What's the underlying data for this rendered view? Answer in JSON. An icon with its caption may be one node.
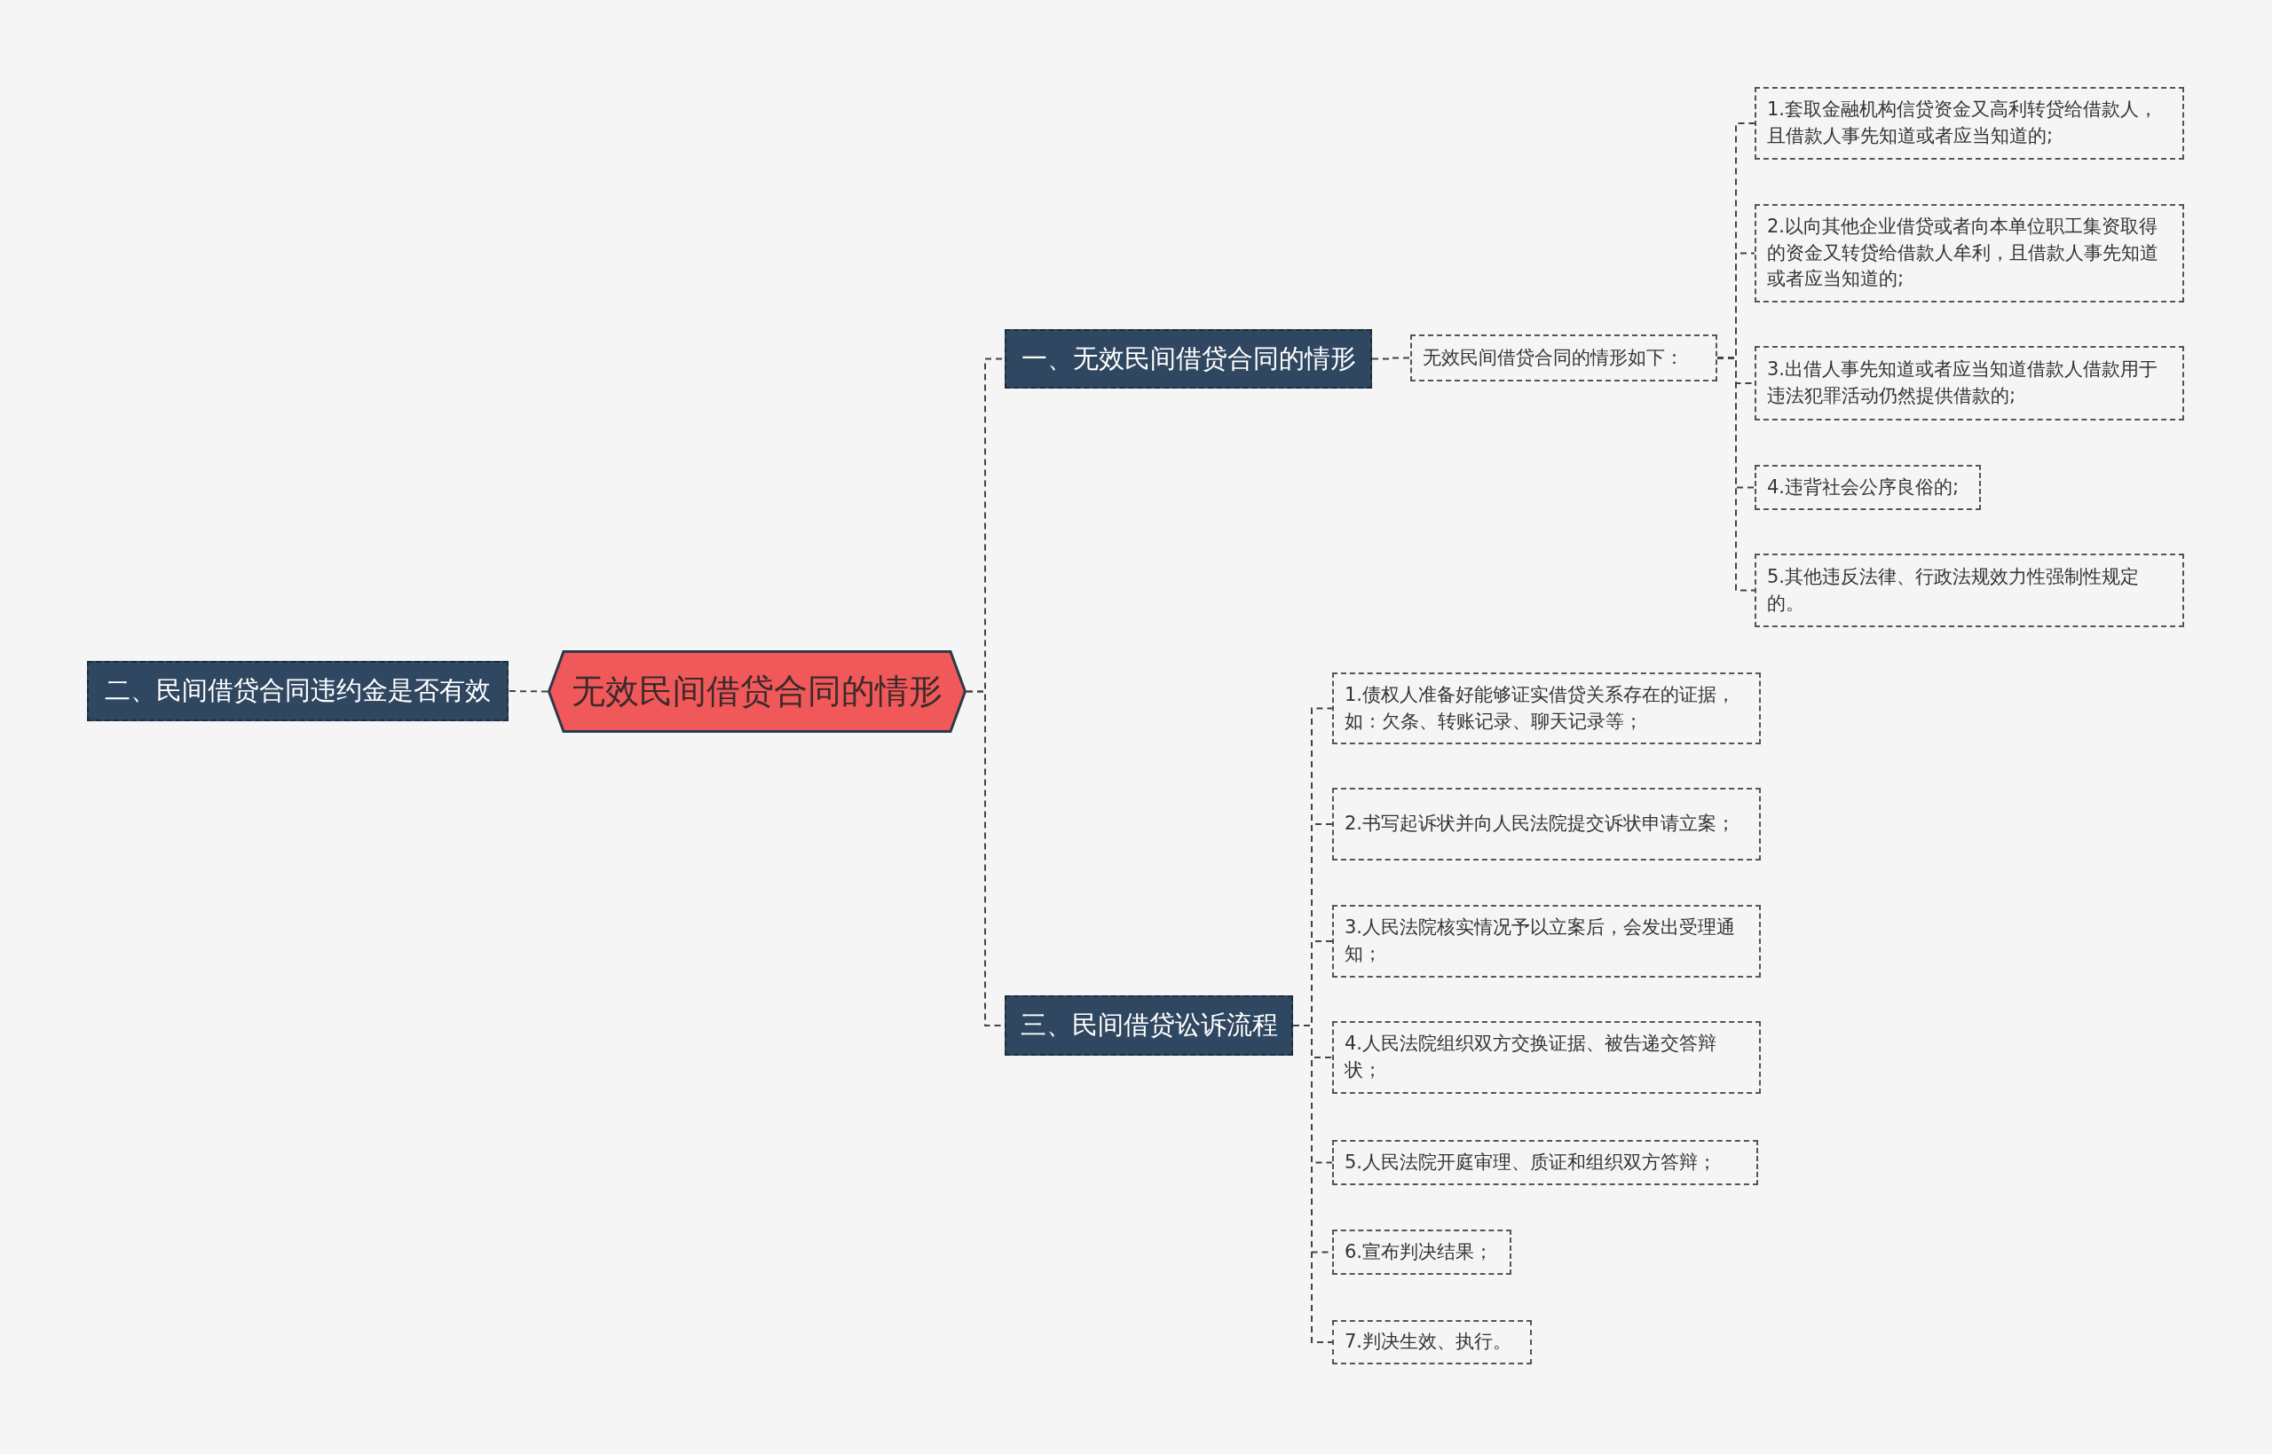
{
  "diagram": {
    "nodes": [
      {
        "text": [
          "无效民间借贷合同的情形"
        ]
      },
      {
        "text": [
          "二、民间借贷合同违约金是否有效"
        ]
      },
      {
        "text": [
          "一、无效民间借贷合同的情形"
        ]
      },
      {
        "text": [
          "无效民间借贷合同的情形如下："
        ]
      },
      {
        "text": [
          "1.套取金融机构信贷资金又高利转贷给借款人，且借款人事先知道或者应当知道的;"
        ]
      },
      {
        "text": [
          "2.以向其他企业借贷或者向本单位职工集资取得的资金又转贷给借款人牟利，且借款人事先知道或者应当知道的;"
        ]
      },
      {
        "text": [
          "3.出借人事先知道或者应当知道借款人借款用于违法犯罪活动仍然提供借款的;"
        ]
      },
      {
        "text": [
          "4.违背社会公序良俗的;"
        ]
      },
      {
        "text": [
          "5.其他违反法律、行政法规效力性强制性规定的。"
        ]
      },
      {
        "text": [
          "三、民间借贷讼诉流程"
        ]
      },
      {
        "text": [
          "1.债权人准备好能够证实借贷关系存在的证据，如：欠条、转账记录、聊天记录等；"
        ]
      },
      {
        "text": [
          "2.书写起诉状并向人民法院提交诉状申请立案；"
        ]
      },
      {
        "text": [
          "3.人民法院核实情况予以立案后，会发出受理通知；"
        ]
      },
      {
        "text": [
          "4.人民法院组织双方交换证据、被告递交答辩状；"
        ]
      },
      {
        "text": [
          "5.人民法院开庭审理、质证和组织双方答辩；"
        ]
      },
      {
        "text": [
          "6.宣布判决结果；"
        ]
      },
      {
        "text": [
          "7.判决生效、执行。"
        ]
      }
    ],
    "edges": [
      {
        "from": 0,
        "to": 1,
        "arrow": "none"
      },
      {
        "from": 0,
        "to": 2,
        "arrow": "none"
      },
      {
        "from": 2,
        "to": 3,
        "arrow": "none"
      },
      {
        "from": 3,
        "to": 4,
        "arrow": "none"
      },
      {
        "from": 3,
        "to": 5,
        "arrow": "none"
      },
      {
        "from": 3,
        "to": 6,
        "arrow": "none"
      },
      {
        "from": 3,
        "to": 7,
        "arrow": "none"
      },
      {
        "from": 3,
        "to": 8,
        "arrow": "none"
      },
      {
        "from": 0,
        "to": 9,
        "arrow": "none"
      },
      {
        "from": 9,
        "to": 10,
        "arrow": "none"
      },
      {
        "from": 9,
        "to": 11,
        "arrow": "none"
      },
      {
        "from": 9,
        "to": 12,
        "arrow": "none"
      },
      {
        "from": 9,
        "to": 13,
        "arrow": "none"
      },
      {
        "from": 9,
        "to": 14,
        "arrow": "none"
      },
      {
        "from": 9,
        "to": 15,
        "arrow": "none"
      },
      {
        "from": 9,
        "to": 16,
        "arrow": "none"
      }
    ]
  }
}
